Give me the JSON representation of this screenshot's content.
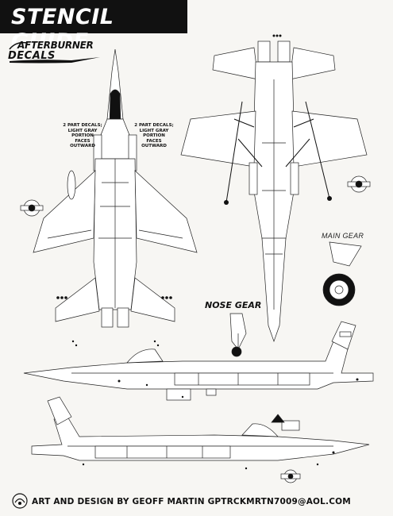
{
  "header": {
    "title": "STENCIL GUIDE"
  },
  "logo": {
    "line1": "AFTERBURNER",
    "line2": "DECALS"
  },
  "callouts": {
    "left_decal": "2 PART DECALS;\nLIGHT GRAY\nPORTION\nFACES\nOUTWARD",
    "right_decal": "2 PART DECALS;\nLIGHT GRAY\nPORTION\nFACES\nOUTWARD"
  },
  "labels": {
    "main_gear": "MAIN GEAR",
    "nose_gear": "NOSE GEAR"
  },
  "footer": {
    "credit": "ART AND DESIGN BY GEOFF MARTIN GPTRCKMRTN7009@AOL.COM"
  },
  "colors": {
    "ink": "#111111",
    "paper": "#f7f6f3",
    "header_bg": "#111111"
  }
}
